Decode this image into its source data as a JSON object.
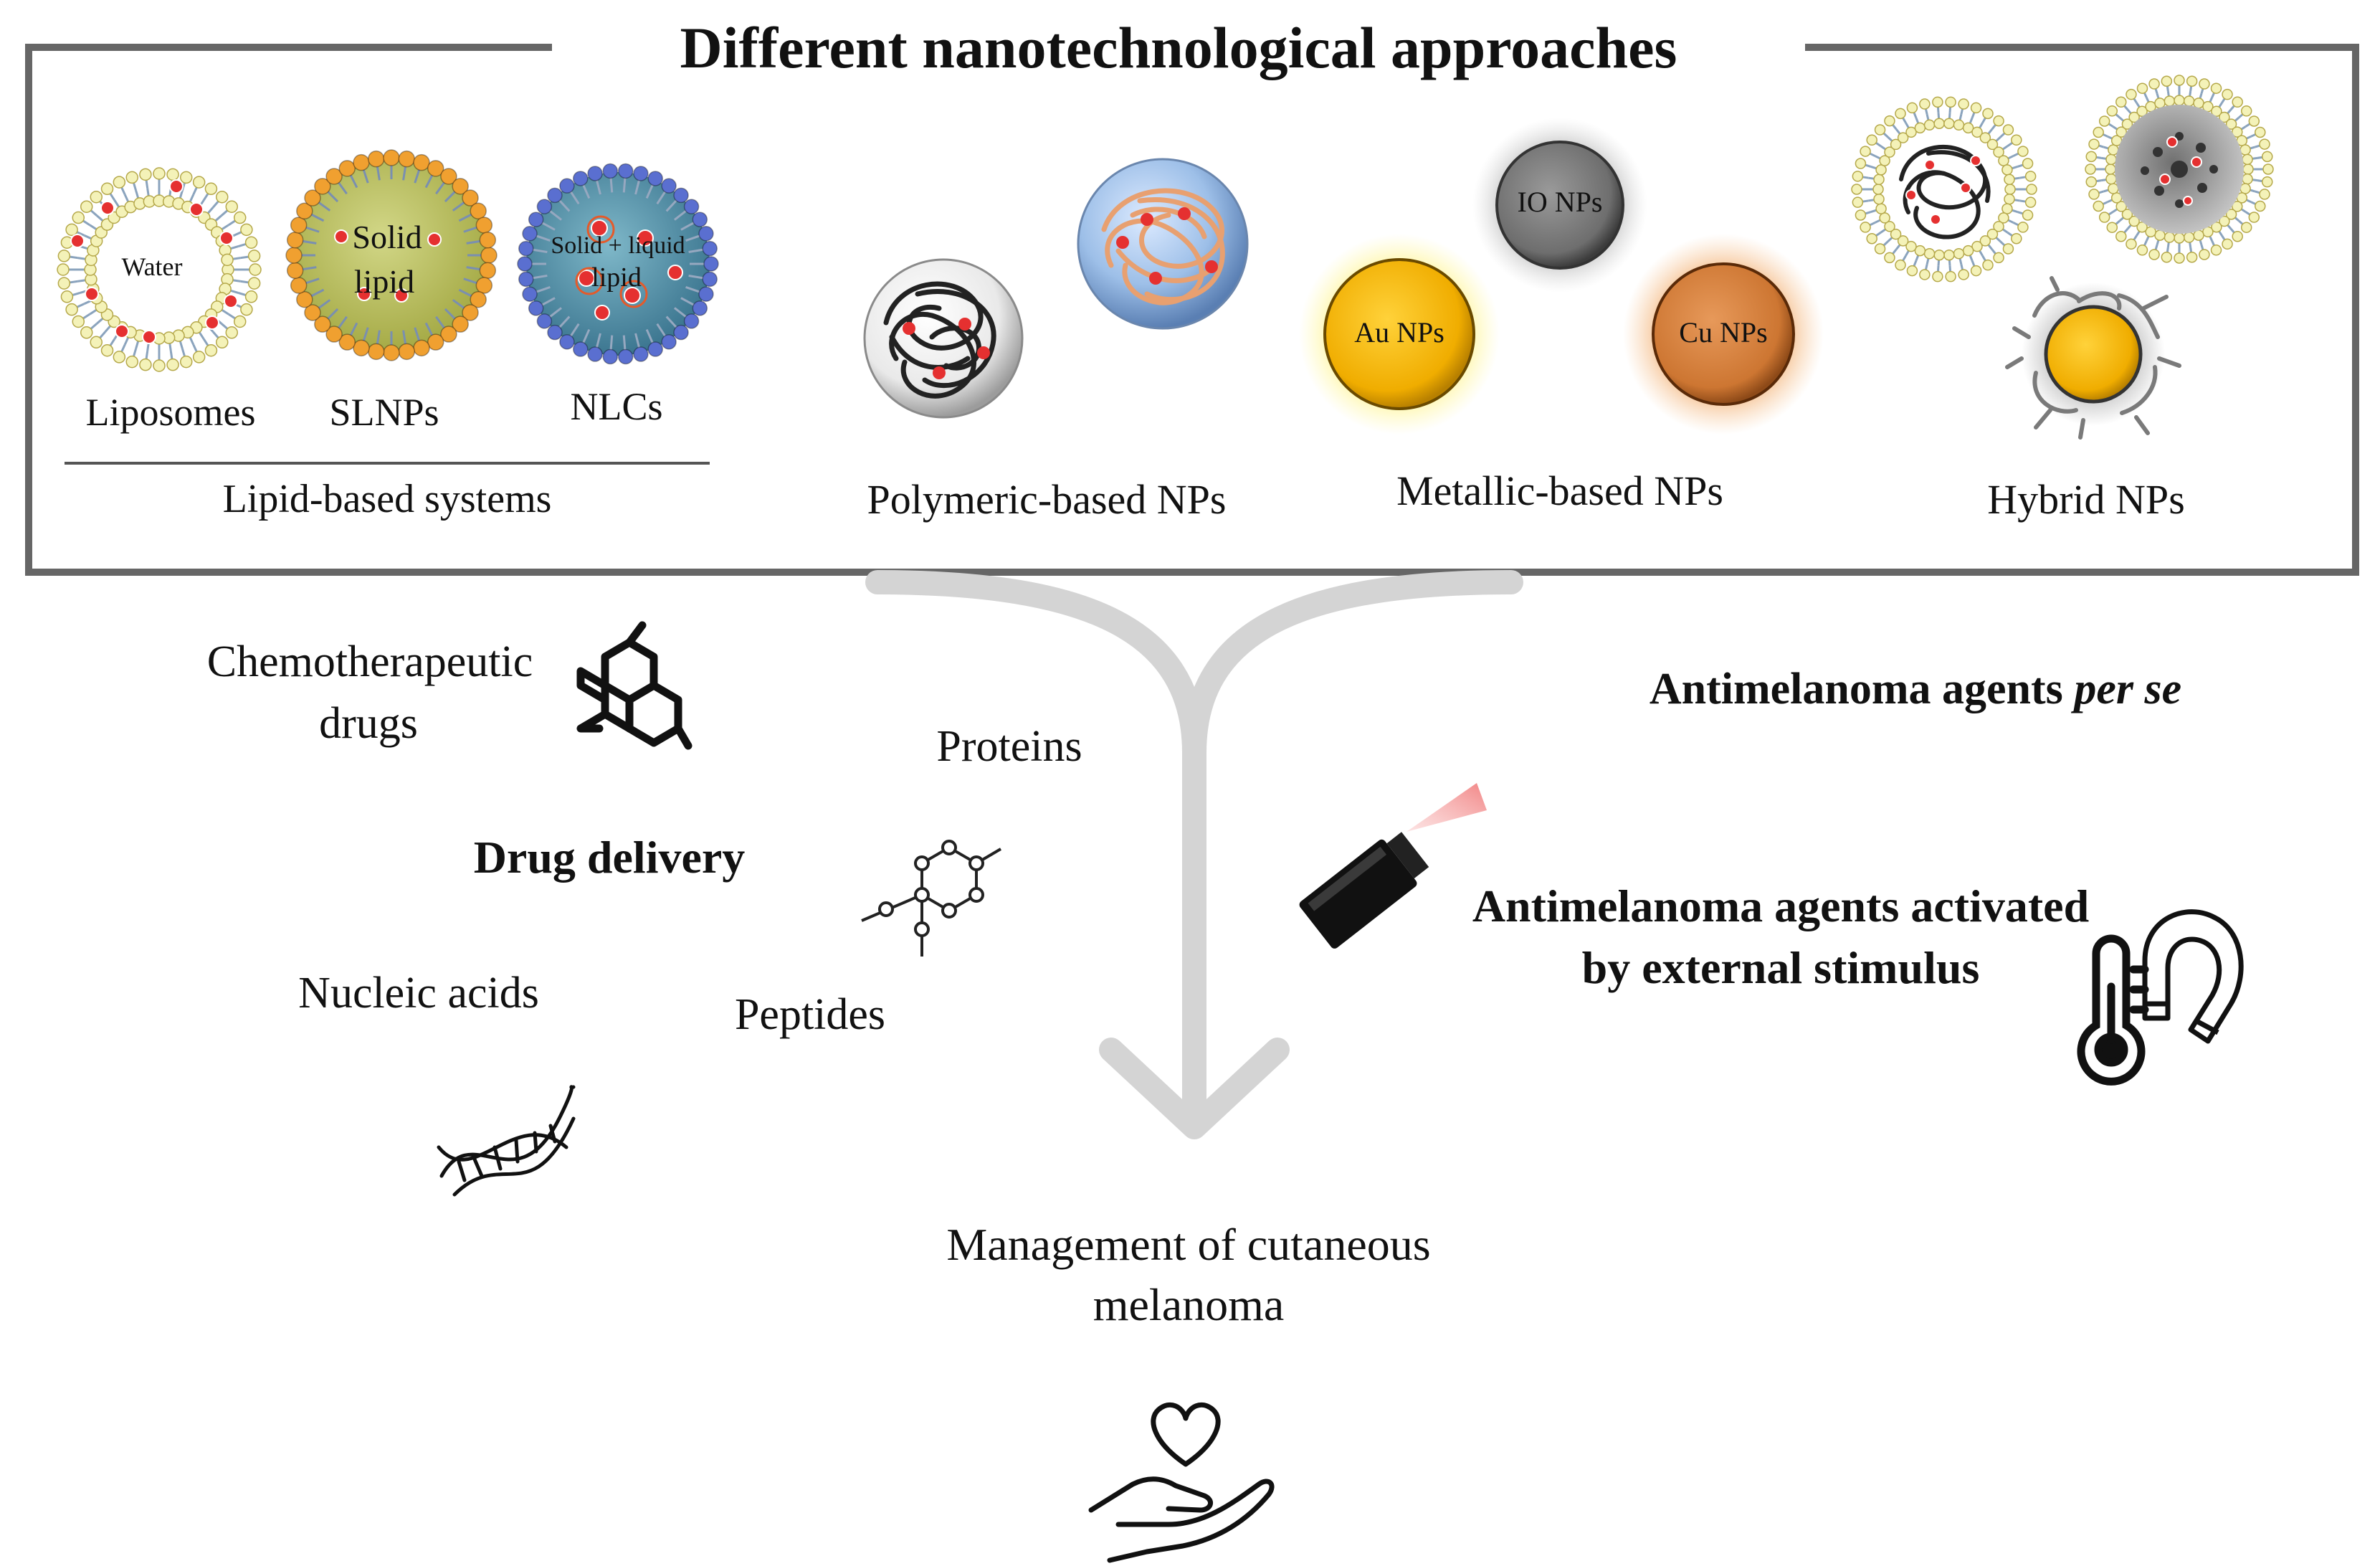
{
  "header": {
    "title": "Different nanotechnological approaches"
  },
  "lipid": {
    "liposome_inner": "Water",
    "slnp_inner_1": "Solid",
    "slnp_inner_2": "lipid",
    "nlc_inner_1": "Solid + liquid",
    "nlc_inner_2": "lipid",
    "liposomes": "Liposomes",
    "slnps": "SLNPs",
    "nlcs": "NLCs",
    "group_label": "Lipid-based systems"
  },
  "polymeric": {
    "label": "Polymeric-based NPs"
  },
  "metallic": {
    "io": "IO NPs",
    "au": "Au NPs",
    "cu": "Cu NPs",
    "label": "Metallic-based NPs"
  },
  "hybrid": {
    "label": "Hybrid NPs"
  },
  "delivery": {
    "chemo_1": "Chemotherapeutic",
    "chemo_2": "drugs",
    "proteins": "Proteins",
    "drug_delivery": "Drug delivery",
    "nucleic_acids": "Nucleic acids",
    "peptides": "Peptides"
  },
  "agents": {
    "per_se_main": "Antimelanoma agents ",
    "per_se_italic": "per se",
    "activated_1": "Antimelanoma agents activated",
    "activated_2": "by external stimulus"
  },
  "outcome": {
    "line1": "Management of cutaneous",
    "line2": "melanoma"
  },
  "colors": {
    "frame": "#666666",
    "arrow": "#d4d4d4",
    "gold": "#f2b600",
    "copper": "#d07a35",
    "iron_oxide": "#7a7a7a",
    "polymer_blue": "#8fb3e0",
    "sln_core": "#b9bf5c",
    "nlc_core": "#4b8aa3",
    "laser": "#f4a0a0"
  },
  "icons": [
    "hexagon-ring-icon",
    "peptide-chain-icon",
    "dna-icon",
    "laser-pointer-icon",
    "thermometer-icon",
    "magnet-icon",
    "heart-hand-icon"
  ]
}
